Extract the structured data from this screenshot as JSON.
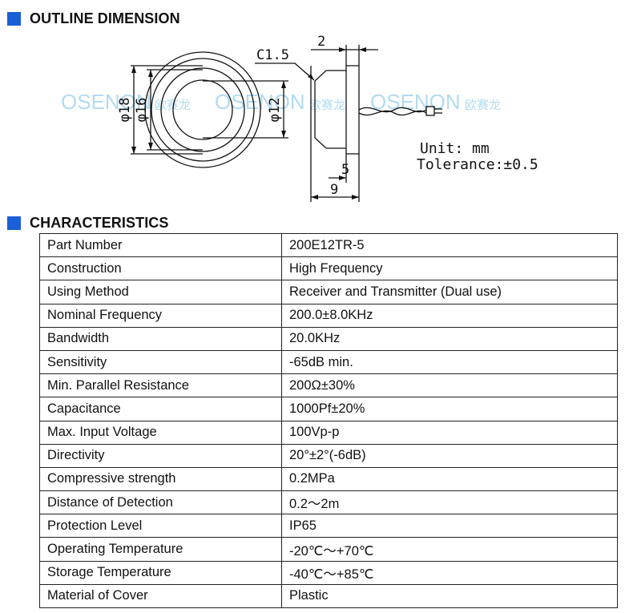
{
  "sections": {
    "outline": {
      "title": "OUTLINE DIMENSION"
    },
    "characteristics": {
      "title": "CHARACTERISTICS"
    }
  },
  "drawing": {
    "watermark": {
      "brand": "OSENON",
      "cn": "欧赛龙"
    },
    "dims": {
      "outer_dia": "φ18",
      "inner_dia": "φ16",
      "face_dia": "φ12",
      "chamfer": "C1.5",
      "flange": "2",
      "body": "5",
      "total": "9"
    },
    "unit_line": "Unit:  mm",
    "tolerance_line": "Tolerance:±0.5"
  },
  "specs": [
    {
      "param": "Part Number",
      "value": "200E12TR-5"
    },
    {
      "param": "Construction",
      "value": "High Frequency"
    },
    {
      "param": "Using Method",
      "value": "Receiver and Transmitter (Dual use)"
    },
    {
      "param": "Nominal Frequency",
      "value": "200.0±8.0KHz"
    },
    {
      "param": "Bandwidth",
      "value": "20.0KHz"
    },
    {
      "param": "Sensitivity",
      "value": "-65dB min."
    },
    {
      "param": "Min. Parallel Resistance",
      "value": "200Ω±30%"
    },
    {
      "param": "Capacitance",
      "value": "1000Pf±20%"
    },
    {
      "param": "Max. Input Voltage",
      "value": "100Vp-p"
    },
    {
      "param": "Directivity",
      "value": "20°±2°(-6dB)"
    },
    {
      "param": "Compressive strength",
      "value": "0.2MPa"
    },
    {
      "param": "Distance of Detection",
      "value": "0.2～2m"
    },
    {
      "param": "Protection Level",
      "value": "IP65"
    },
    {
      "param": "Operating Temperature",
      "value": "-20℃～+70℃"
    },
    {
      "param": "Storage Temperature",
      "value": "-40℃～+85℃"
    },
    {
      "param": "Material of Cover",
      "value": "Plastic"
    }
  ],
  "colors": {
    "marker": "#1a5fd6",
    "watermark": "#9fd3ee"
  }
}
